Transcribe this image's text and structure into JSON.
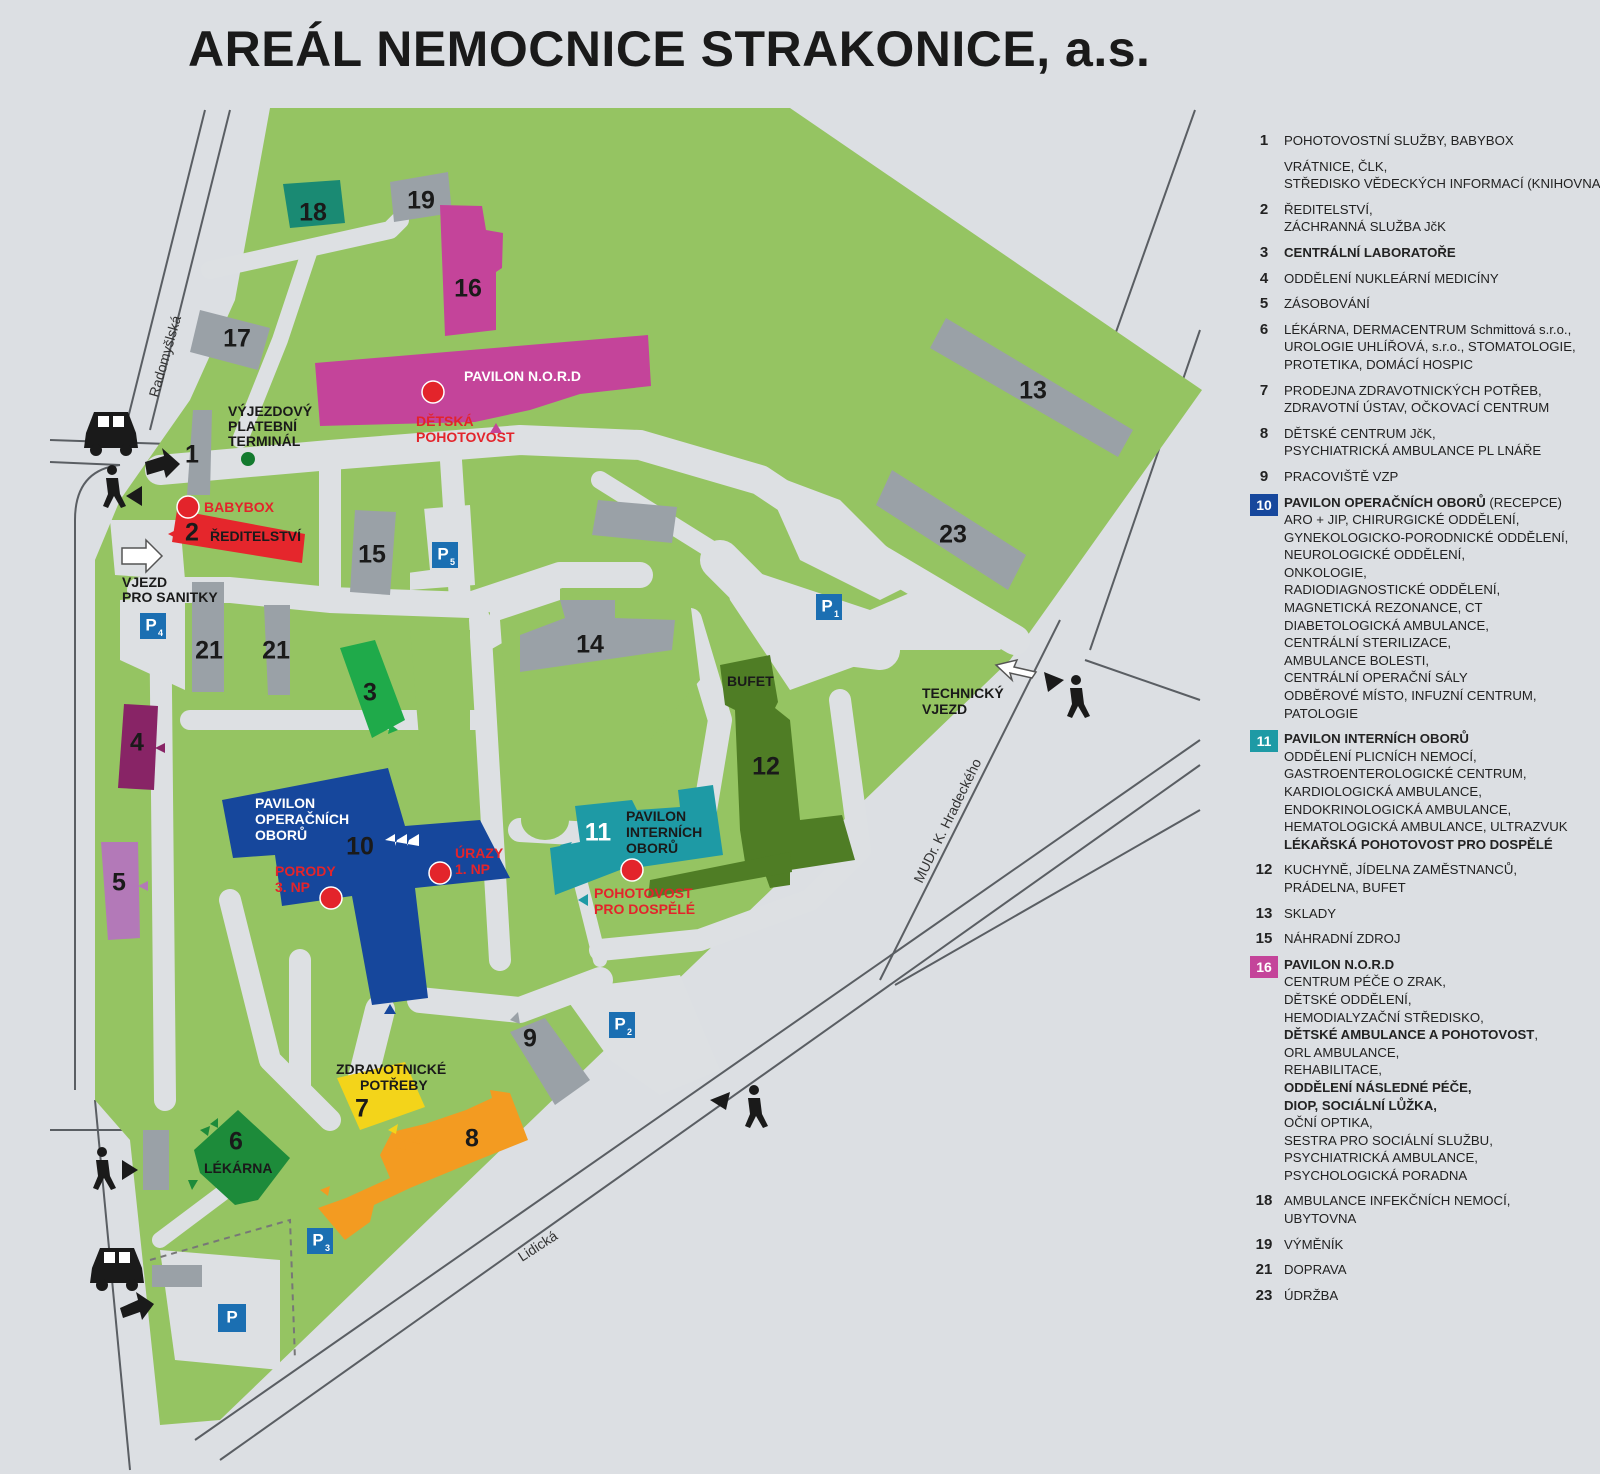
{
  "title": "AREÁL NEMOCNICE STRAKONICE, a.s.",
  "colors": {
    "background": "#dcdfe3",
    "green_area": "#95c462",
    "paths": "#dde0e3",
    "grey_building": "#9aa1a7",
    "pavilon_operacnich": "#16479c",
    "pavilon_internich": "#1e9aa5",
    "pavilon_nord": "#c4449a",
    "reditelstvi": "#e5262c",
    "emergency_marker": "#e3242b",
    "parking": "#1b6fb2"
  },
  "streets": {
    "radomysl": "Radomyšlská",
    "lidicka": "Lidická",
    "hradecky": "MUDr. K. Hradeckého"
  },
  "buildings": {
    "b1": "1",
    "b2": "2",
    "b3": "3",
    "b4": "4",
    "b5": "5",
    "b6": "6",
    "b7": "7",
    "b8": "8",
    "b9": "9",
    "b10": "10",
    "b11": "11",
    "b12": "12",
    "b13": "13",
    "b14": "14",
    "b15": "15",
    "b16": "16",
    "b17": "17",
    "b18": "18",
    "b19": "19",
    "b21a": "21",
    "b21b": "21",
    "b23": "23"
  },
  "labels": {
    "terminal": [
      "VÝJEZDOVÝ",
      "PLATEBNÍ",
      "TERMINÁL"
    ],
    "babybox": "BABYBOX",
    "reditelstvi": "ŘEDITELSTVÍ",
    "vjezd_sanitky": [
      "VJEZD",
      "PRO SANITKY"
    ],
    "nord": "PAVILON N.O.R.D",
    "detska_pohotovost": [
      "DĚTSKÁ",
      "POHOTOVOST"
    ],
    "pavilon_operacnich": [
      "PAVILON",
      "OPERAČNÍCH",
      "OBORŮ"
    ],
    "urazy": [
      "ÚRAZY",
      "1. NP"
    ],
    "porody": [
      "PORODY",
      "3. NP"
    ],
    "pavilon_internich": [
      "PAVILON",
      "INTERNÍCH",
      "OBORŮ"
    ],
    "pohotovost_dospele": [
      "POHOTOVOST",
      "PRO DOSPĚLÉ"
    ],
    "bufet": "BUFET",
    "technicky_vjezd": [
      "TECHNICKÝ",
      "VJEZD"
    ],
    "zdravotnicke": [
      "ZDRAVOTNICKÉ",
      "POTŘEBY"
    ],
    "lekarna": "LÉKÁRNA"
  },
  "parking": {
    "letter": "P",
    "p1": "1",
    "p2": "2",
    "p3": "3",
    "p4": "4",
    "p5": "5"
  },
  "legend": [
    {
      "num": "1",
      "lines": [
        [
          {
            "t": "POHOTOVOSTNÍ SLUŽBY, BABYBOX"
          }
        ]
      ]
    },
    {
      "num": "",
      "lines": [
        [
          {
            "t": "VRÁTNICE, ČLK,"
          }
        ],
        [
          {
            "t": "STŘEDISKO VĚDECKÝCH INFORMACÍ (KNIHOVNA)"
          }
        ]
      ]
    },
    {
      "num": "2",
      "lines": [
        [
          {
            "t": "ŘEDITELSTVÍ,"
          }
        ],
        [
          {
            "t": "ZÁCHRANNÁ SLUŽBA JčK"
          }
        ]
      ]
    },
    {
      "num": "3",
      "lines": [
        [
          {
            "t": "CENTRÁLNÍ LABORATOŘE",
            "b": true
          }
        ]
      ]
    },
    {
      "num": "4",
      "lines": [
        [
          {
            "t": "ODDĚLENÍ NUKLEÁRNÍ MEDICÍNY"
          }
        ]
      ]
    },
    {
      "num": "5",
      "lines": [
        [
          {
            "t": "ZÁSOBOVÁNÍ"
          }
        ]
      ]
    },
    {
      "num": "6",
      "lines": [
        [
          {
            "t": "LÉKÁRNA, DERMACENTRUM Schmittová s.r.o.,"
          }
        ],
        [
          {
            "t": "UROLOGIE UHLÍŘOVÁ, s.r.o., STOMATOLOGIE,"
          }
        ],
        [
          {
            "t": "PROTETIKA, DOMÁCÍ HOSPIC"
          }
        ]
      ]
    },
    {
      "num": "7",
      "lines": [
        [
          {
            "t": "PRODEJNA ZDRAVOTNICKÝCH POTŘEB,"
          }
        ],
        [
          {
            "t": "ZDRAVOTNÍ ÚSTAV, OČKOVACÍ CENTRUM"
          }
        ]
      ]
    },
    {
      "num": "8",
      "lines": [
        [
          {
            "t": "DĚTSKÉ CENTRUM JčK,"
          }
        ],
        [
          {
            "t": "PSYCHIATRICKÁ AMBULANCE PL LNÁŘE"
          }
        ]
      ]
    },
    {
      "num": "9",
      "lines": [
        [
          {
            "t": "PRACOVIŠTĚ VZP"
          }
        ]
      ]
    },
    {
      "num": "10",
      "box": "#16479c",
      "lines": [
        [
          {
            "t": "PAVILON OPERAČNÍCH OBORŮ",
            "b": true
          },
          {
            "t": " (RECEPCE)"
          }
        ],
        [
          {
            "t": "ARO + JIP, CHIRURGICKÉ ODDĚLENÍ,"
          }
        ],
        [
          {
            "t": "GYNEKOLOGICKO-PORODNICKÉ ODDĚLENÍ,"
          }
        ],
        [
          {
            "t": "NEUROLOGICKÉ ODDĚLENÍ,"
          }
        ],
        [
          {
            "t": "ONKOLOGIE,"
          }
        ],
        [
          {
            "t": "RADIODIAGNOSTICKÉ ODDĚLENÍ,"
          }
        ],
        [
          {
            "t": "MAGNETICKÁ REZONANCE, CT"
          }
        ],
        [
          {
            "t": "DIABETOLOGICKÁ AMBULANCE,"
          }
        ],
        [
          {
            "t": "CENTRÁLNÍ STERILIZACE,"
          }
        ],
        [
          {
            "t": "AMBULANCE BOLESTI,"
          }
        ],
        [
          {
            "t": "CENTRÁLNÍ OPERAČNÍ SÁLY"
          }
        ],
        [
          {
            "t": "ODBĚROVÉ MÍSTO, INFUZNÍ CENTRUM,"
          }
        ],
        [
          {
            "t": "PATOLOGIE"
          }
        ]
      ]
    },
    {
      "num": "11",
      "box": "#1e9aa5",
      "lines": [
        [
          {
            "t": "PAVILON INTERNÍCH OBORŮ",
            "b": true
          }
        ],
        [
          {
            "t": "ODDĚLENÍ PLICNÍCH NEMOCÍ,"
          }
        ],
        [
          {
            "t": "GASTROENTEROLOGICKÉ CENTRUM,"
          }
        ],
        [
          {
            "t": "KARDIOLOGICKÁ AMBULANCE,"
          }
        ],
        [
          {
            "t": "ENDOKRINOLOGICKÁ AMBULANCE,"
          }
        ],
        [
          {
            "t": "HEMATOLOGICKÁ AMBULANCE, ULTRAZVUK"
          }
        ],
        [
          {
            "t": "LÉKAŘSKÁ POHOTOVOST PRO DOSPĚLÉ",
            "b": true
          }
        ]
      ]
    },
    {
      "num": "12",
      "lines": [
        [
          {
            "t": "KUCHYNĚ, JÍDELNA ZAMĚSTNANCŮ,"
          }
        ],
        [
          {
            "t": "PRÁDELNA, BUFET"
          }
        ]
      ]
    },
    {
      "num": "13",
      "lines": [
        [
          {
            "t": "SKLADY"
          }
        ]
      ]
    },
    {
      "num": "15",
      "lines": [
        [
          {
            "t": "NÁHRADNÍ ZDROJ"
          }
        ]
      ]
    },
    {
      "num": "16",
      "box": "#c4449a",
      "lines": [
        [
          {
            "t": "PAVILON N.O.R.D",
            "b": true
          }
        ],
        [
          {
            "t": "CENTRUM PÉČE O ZRAK,"
          }
        ],
        [
          {
            "t": "DĚTSKÉ ODDĚLENÍ,"
          }
        ],
        [
          {
            "t": "HEMODIALYZAČNÍ STŘEDISKO,"
          }
        ],
        [
          {
            "t": "DĚTSKÉ AMBULANCE A POHOTOVOST",
            "b": true
          },
          {
            "t": ","
          }
        ],
        [
          {
            "t": "ORL AMBULANCE,"
          }
        ],
        [
          {
            "t": "REHABILITACE,"
          }
        ],
        [
          {
            "t": "ODDĚLENÍ NÁSLEDNÉ PÉČE,",
            "b": true
          }
        ],
        [
          {
            "t": "DIOP, SOCIÁLNÍ LŮŽKA,",
            "b": true
          }
        ],
        [
          {
            "t": "OČNÍ OPTIKA,"
          }
        ],
        [
          {
            "t": "SESTRA PRO SOCIÁLNÍ SLUŽBU,"
          }
        ],
        [
          {
            "t": "PSYCHIATRICKÁ AMBULANCE,"
          }
        ],
        [
          {
            "t": "PSYCHOLOGICKÁ PORADNA"
          }
        ]
      ]
    },
    {
      "num": "18",
      "lines": [
        [
          {
            "t": "AMBULANCE INFEKČNÍCH NEMOCÍ,"
          }
        ],
        [
          {
            "t": "UBYTOVNA"
          }
        ]
      ]
    },
    {
      "num": "19",
      "lines": [
        [
          {
            "t": "VÝMĚNÍK"
          }
        ]
      ]
    },
    {
      "num": "21",
      "lines": [
        [
          {
            "t": "DOPRAVA"
          }
        ]
      ]
    },
    {
      "num": "23",
      "lines": [
        [
          {
            "t": "ÚDRŽBA"
          }
        ]
      ]
    }
  ]
}
